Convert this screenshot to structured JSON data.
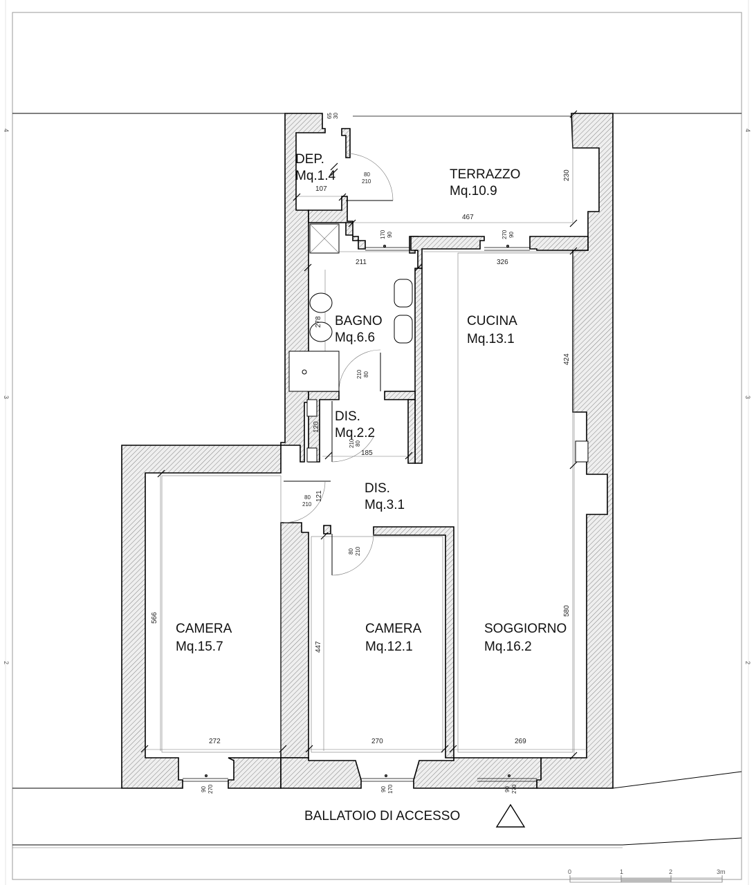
{
  "rooms": {
    "deposito": {
      "name": "DEP.",
      "area": "Mq.1.4"
    },
    "terrazzo": {
      "name": "TERRAZZO",
      "area": "Mq.10.9"
    },
    "bagno": {
      "name": "BAGNO",
      "area": "Mq.6.6"
    },
    "cucina": {
      "name": "CUCINA",
      "area": "Mq.13.1"
    },
    "disimpegno_1": {
      "name": "DIS.",
      "area": "Mq.2.2"
    },
    "disimpegno_2": {
      "name": "DIS.",
      "area": "Mq.3.1"
    },
    "camera_1": {
      "name": "CAMERA",
      "area": "Mq.15.7"
    },
    "camera_2": {
      "name": "CAMERA",
      "area": "Mq.12.1"
    },
    "soggiorno": {
      "name": "SOGGIORNO",
      "area": "Mq.16.2"
    }
  },
  "access_label": "BALLATOIO DI ACCESSO",
  "dimensions": {
    "dep_width": "107",
    "terrazzo_width": "467",
    "terrazzo_depth": "230",
    "bagno_width": "211",
    "bagno_depth": "278",
    "cucina_width": "326",
    "cucina_depth": "424",
    "dis1_width": "185",
    "dis1_depth": "120",
    "dis2_depth": "121",
    "camera1_width": "272",
    "camera1_depth": "566",
    "camera2_width": "270",
    "camera2_depth": "447",
    "soggiorno_width": "269",
    "soggiorno_depth": "580",
    "dep_small_top": "30",
    "dep_small_bottom": "65"
  },
  "doors": {
    "dep_door": [
      "80",
      "210"
    ],
    "terrace_door_1": [
      "90",
      "170"
    ],
    "terrace_door_2": [
      "90",
      "270"
    ],
    "bagno_door": [
      "80",
      "210"
    ],
    "dis1_door": [
      "80",
      "210"
    ],
    "camera1_door": [
      "80",
      "210"
    ],
    "camera2_door": [
      "80",
      "210"
    ],
    "window_camera1": [
      "90",
      "270"
    ],
    "window_camera2": [
      "90",
      "170"
    ],
    "window_soggiorno": [
      "90",
      "270"
    ]
  },
  "grid_marks": [
    "4",
    "3",
    "2"
  ],
  "scale_bar": {
    "ticks": [
      "0",
      "1",
      "2",
      "3m"
    ]
  },
  "colors": {
    "wall_hatch": "#555555",
    "line": "#000000"
  }
}
